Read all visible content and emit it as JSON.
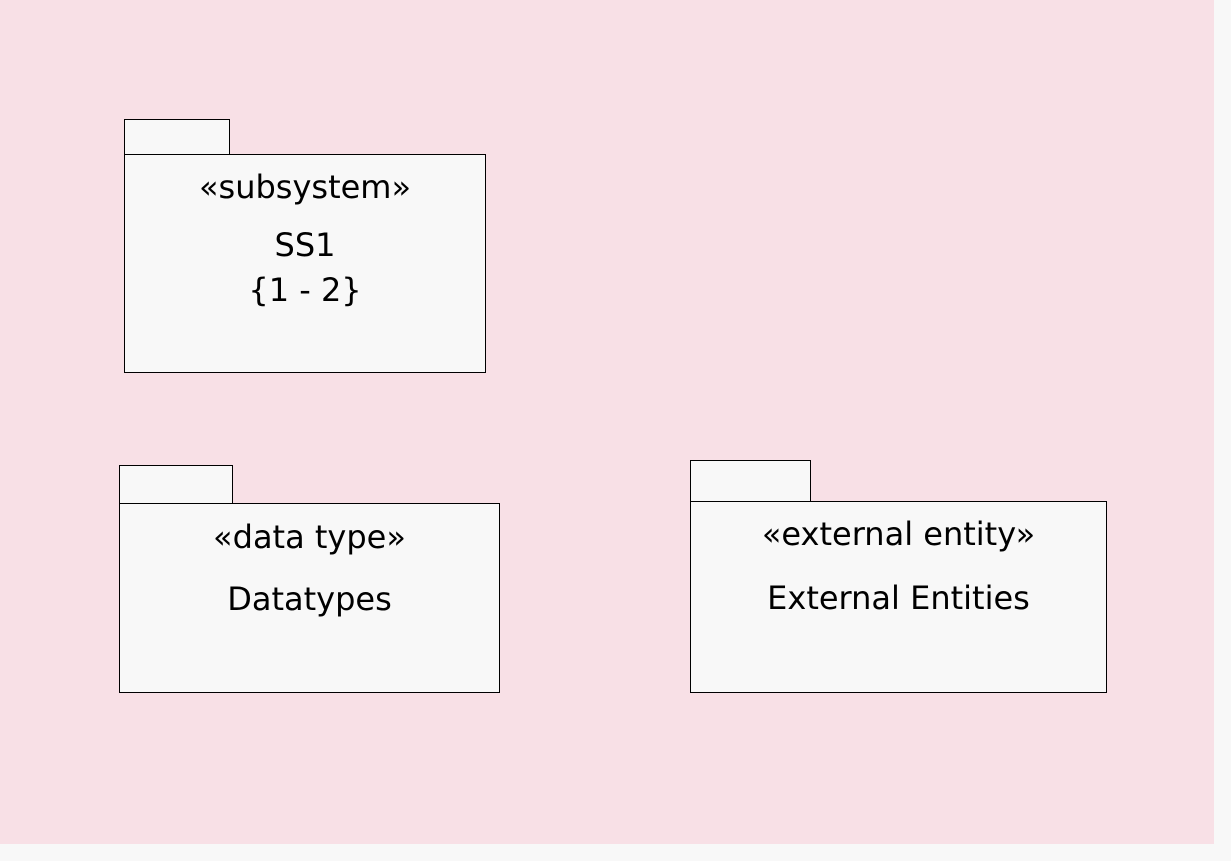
{
  "background_color": "#f8e0e6",
  "package_fill": "#f8f8f8",
  "packages": {
    "ss1": {
      "stereotype": "«subsystem»",
      "name": "SS1",
      "range": "{1 - 2}"
    },
    "datatypes": {
      "stereotype": "«data type»",
      "name": "Datatypes"
    },
    "external": {
      "stereotype": "«external entity»",
      "name": "External Entities"
    }
  }
}
